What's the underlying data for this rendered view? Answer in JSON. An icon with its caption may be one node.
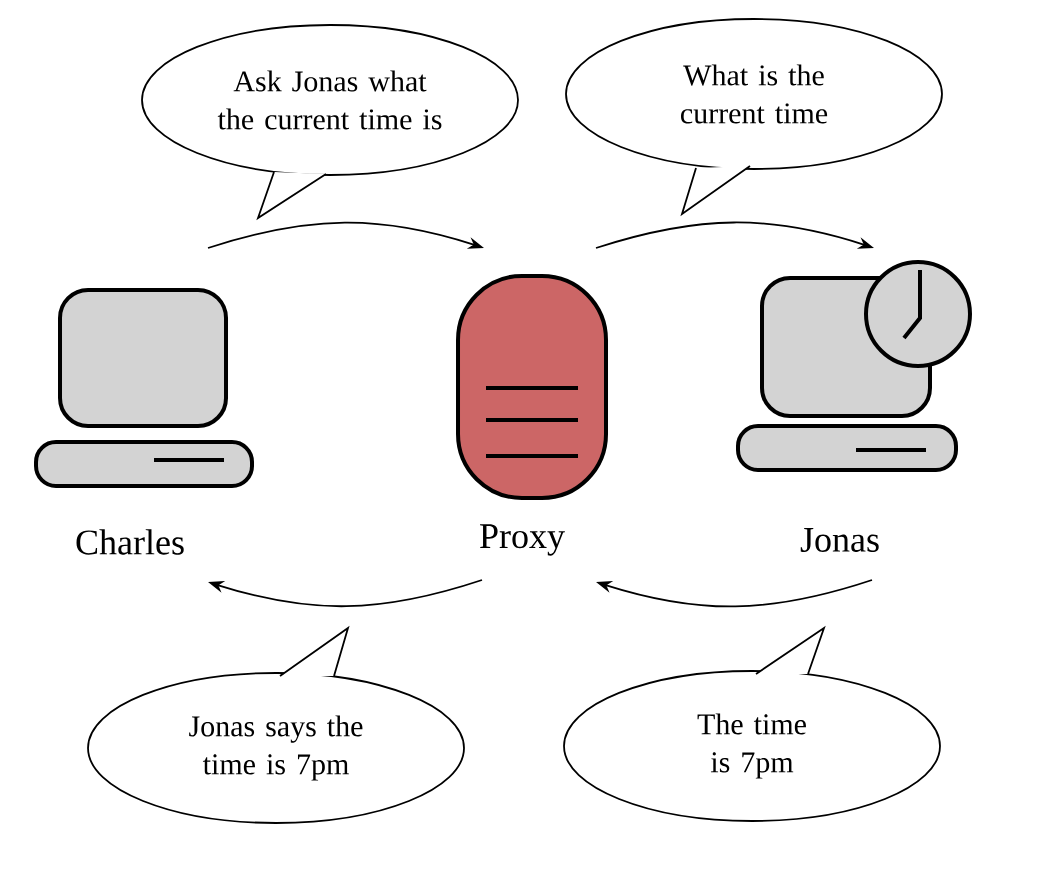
{
  "diagram": {
    "nodes": [
      {
        "text": [
          "Charles"
        ]
      },
      {
        "text": [
          "Proxy"
        ]
      },
      {
        "text": [
          "Jonas"
        ]
      },
      {
        "text": [
          "Ask Jonas what the current time is"
        ]
      },
      {
        "text": [
          "What is the current time"
        ]
      },
      {
        "text": [
          "Jonas says the time is 7pm"
        ]
      },
      {
        "text": [
          "The time is 7pm"
        ]
      }
    ],
    "edges": [
      {
        "from": 0,
        "to": 1,
        "arrow": "to"
      },
      {
        "from": 1,
        "to": 2,
        "arrow": "to"
      },
      {
        "from": 2,
        "to": 1,
        "arrow": "to"
      },
      {
        "from": 1,
        "to": 0,
        "arrow": "to"
      }
    ]
  }
}
